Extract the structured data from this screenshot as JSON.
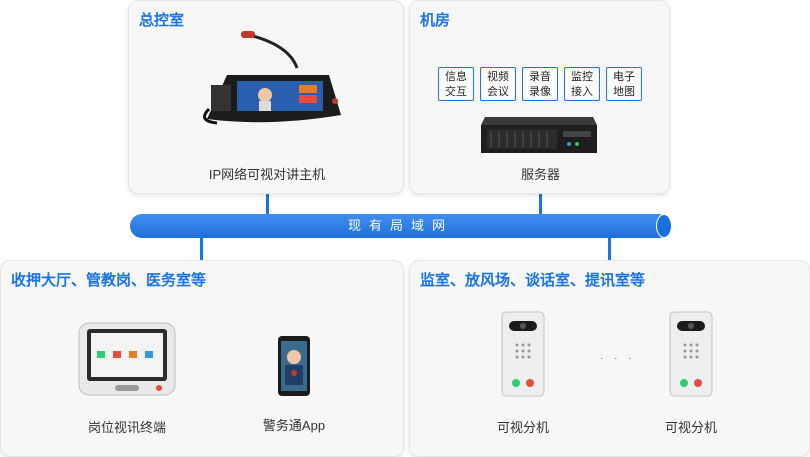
{
  "panels": {
    "control_room": {
      "title": "总控室",
      "device_caption": "IP网络可视对讲主机"
    },
    "machine_room": {
      "title": "机房",
      "features": [
        {
          "line1": "信息",
          "line2": "交互"
        },
        {
          "line1": "视频",
          "line2": "会议"
        },
        {
          "line1": "录音",
          "line2": "录像"
        },
        {
          "line1": "监控",
          "line2": "接入"
        },
        {
          "line1": "电子",
          "line2": "地图"
        }
      ],
      "server_caption": "服务器"
    },
    "hall": {
      "title": "收押大厅、管教岗、医务室等",
      "terminal_caption": "岗位视讯终端",
      "app_caption": "警务通App"
    },
    "cells": {
      "title": "监室、放风场、谈话室、提讯室等",
      "ext1_caption": "可视分机",
      "ellipsis": "· · ·",
      "ext2_caption": "可视分机"
    }
  },
  "network": {
    "label": "现有局域网"
  },
  "colors": {
    "accent": "#1a73e8",
    "panel_bg": "#f7f7f7"
  }
}
